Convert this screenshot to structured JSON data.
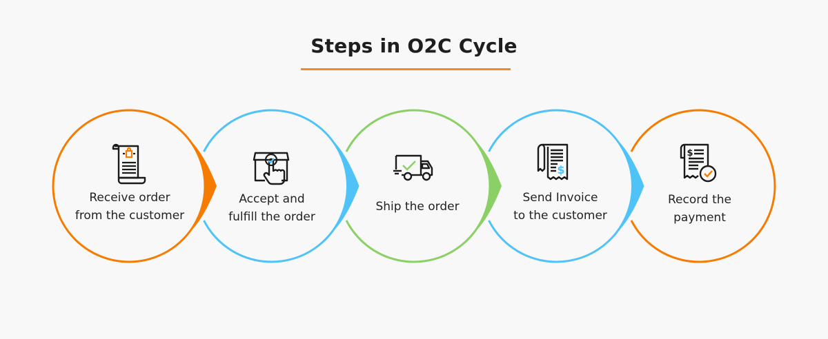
{
  "title": "Steps in O2C Cycle",
  "colors": {
    "orange": "#f57c00",
    "blue": "#4fc3f7",
    "green": "#8bd066",
    "title_underline": "#f48a1f",
    "text": "#222222",
    "background": "#f8f8f8"
  },
  "steps": [
    {
      "line1": "Receive order",
      "line2": "from the customer",
      "icon": "order-receipt-icon",
      "color": "orange"
    },
    {
      "line1": "Accept and",
      "line2": "fulfill the order",
      "icon": "box-tap-icon",
      "color": "blue"
    },
    {
      "line1": "Ship the order",
      "line2": "",
      "icon": "delivery-truck-icon",
      "color": "green"
    },
    {
      "line1": "Send Invoice",
      "line2": "to the customer",
      "icon": "invoice-dollar-icon",
      "color": "blue"
    },
    {
      "line1": "Record the",
      "line2": "payment",
      "icon": "payment-receipt-check-icon",
      "color": "orange"
    }
  ]
}
